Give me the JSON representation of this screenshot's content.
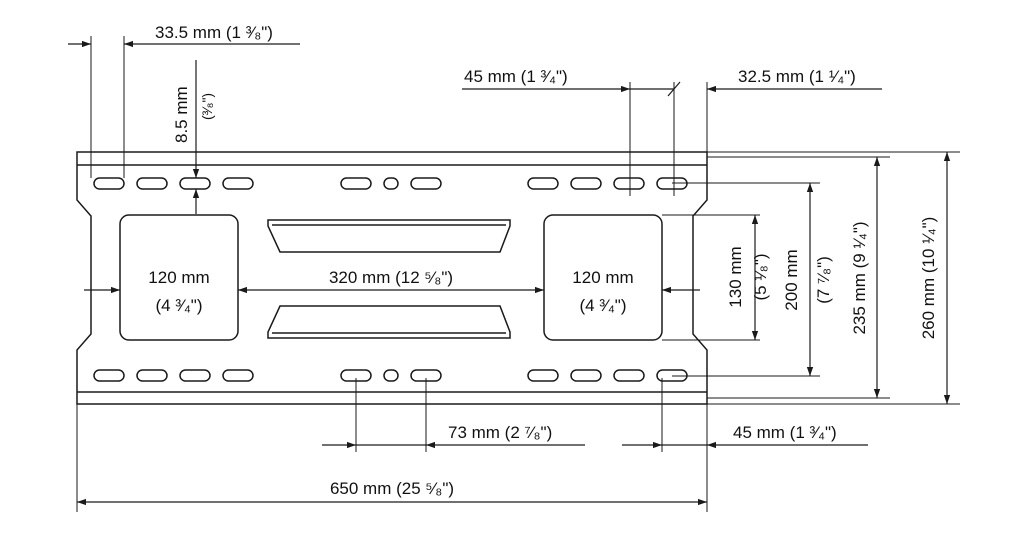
{
  "dimensions": {
    "slot_offset_left": "33.5 mm (1 ³⁄₈\")",
    "slot_offset_top": "8.5 mm",
    "slot_offset_top_imperial": "(³⁄₈\")",
    "slot_spacing_right_upper": "45 mm (1 ³⁄₄\")",
    "edge_offset_right": "32.5 mm (1 ¹⁄₄\")",
    "cutout_left_width": "120 mm",
    "cutout_left_width_imperial": "(4 ³⁄₄\")",
    "center_span": "320 mm (12 ⁵⁄₈\")",
    "cutout_right_width": "120 mm",
    "cutout_right_width_imperial": "(4 ³⁄₄\")",
    "cutout_height": "130 mm",
    "cutout_height_imperial": "(5 ¹⁄₈\")",
    "slot_row_spacing": "200 mm",
    "slot_row_spacing_imperial": "(7 ⁷⁄₈\")",
    "plate_inner_height": "235 mm (9 ¹⁄₄\")",
    "plate_total_height": "260 mm (10 ¹⁄₄\")",
    "center_slot_spacing": "73 mm (2 ⁷⁄₈\")",
    "slot_spacing_right_lower": "45 mm (1 ³⁄₄\")",
    "total_width": "650 mm (25 ⁵⁄₈\")"
  },
  "colors": {
    "line": "#1a1a1a",
    "background": "#ffffff"
  }
}
